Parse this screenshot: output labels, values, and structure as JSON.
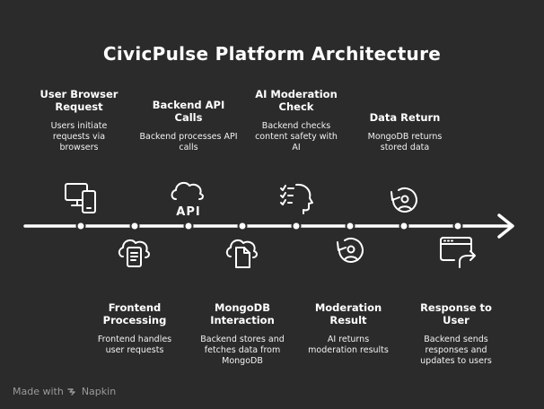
{
  "title": "CivicPulse Platform Architecture",
  "steps": [
    {
      "title": "User Browser Request",
      "desc": "Users initiate requests via browsers",
      "icon": "desktop-mobile-icon",
      "position": "above"
    },
    {
      "title": "Frontend Processing",
      "desc": "Frontend handles user requests",
      "icon": "cloud-document-icon",
      "position": "below"
    },
    {
      "title": "Backend API Calls",
      "desc": "Backend processes API calls",
      "icon": "cloud-api-icon",
      "position": "above"
    },
    {
      "title": "MongoDB Interaction",
      "desc": "Backend stores and fetches data from MongoDB",
      "icon": "cloud-file-icon",
      "position": "below"
    },
    {
      "title": "AI Moderation Check",
      "desc": "Backend checks content safety with AI",
      "icon": "ai-checklist-head-icon",
      "position": "above"
    },
    {
      "title": "Moderation Result",
      "desc": "AI returns moderation results",
      "icon": "user-refresh-icon",
      "position": "below"
    },
    {
      "title": "Data Return",
      "desc": "MongoDB returns stored data",
      "icon": "user-history-icon",
      "position": "above"
    },
    {
      "title": "Response to User",
      "desc": "Backend sends responses and updates to users",
      "icon": "window-export-icon",
      "position": "below"
    }
  ],
  "icon_text": {
    "api": "API"
  },
  "footer": {
    "made_with": "Made with",
    "brand": "Napkin"
  },
  "colors": {
    "background": "#2b2b2b",
    "foreground": "#ffffff",
    "muted": "#9a9a9a"
  }
}
